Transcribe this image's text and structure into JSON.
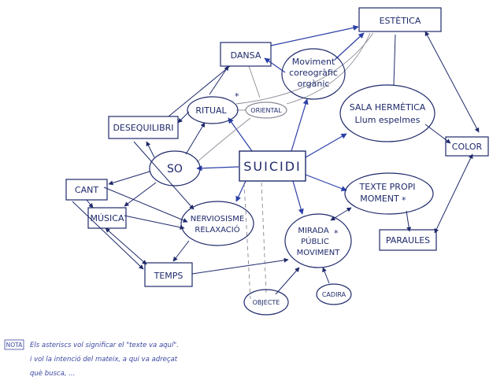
{
  "nodes": {
    "estetica": "ESTÈTICA",
    "dansa": "DANSA",
    "moviment": [
      "Moviment",
      "coreogràfic",
      "orgànic"
    ],
    "ritual": "RITUAL",
    "oriental": "ORIENTAL",
    "desequilibri": "DESEQUILIBRI",
    "sala": [
      "SALA HERMÈTICA",
      "Llum espelmes"
    ],
    "color": "COLOR",
    "so": "SO",
    "suicidi": "SUICIDI",
    "cant": "CANT",
    "musica": "MÚSICA",
    "nerviosisme": [
      "NERVIOSISME",
      "RELAXACIÓ"
    ],
    "texte": [
      "TEXTE PROPI",
      "MOMENT"
    ],
    "mirada": [
      "MIRADA",
      "PÚBLIC",
      "MOVIMENT"
    ],
    "paraules": "PARAULES",
    "temps": "TEMPS",
    "objecte": "OBJECTE",
    "cadira": "CADIRA"
  },
  "asterisk": "*",
  "note": {
    "tag": "NOTA",
    "lines": [
      "Els asteriscs vol significar el \"texte va aquí\".",
      "i vol la intenció del mateix, a qui va adreçat",
      "què busca, ..."
    ]
  },
  "colors": {
    "ink": "#1f2a6b",
    "blue": "#2b3fa8",
    "gray": "#8a8a95"
  }
}
